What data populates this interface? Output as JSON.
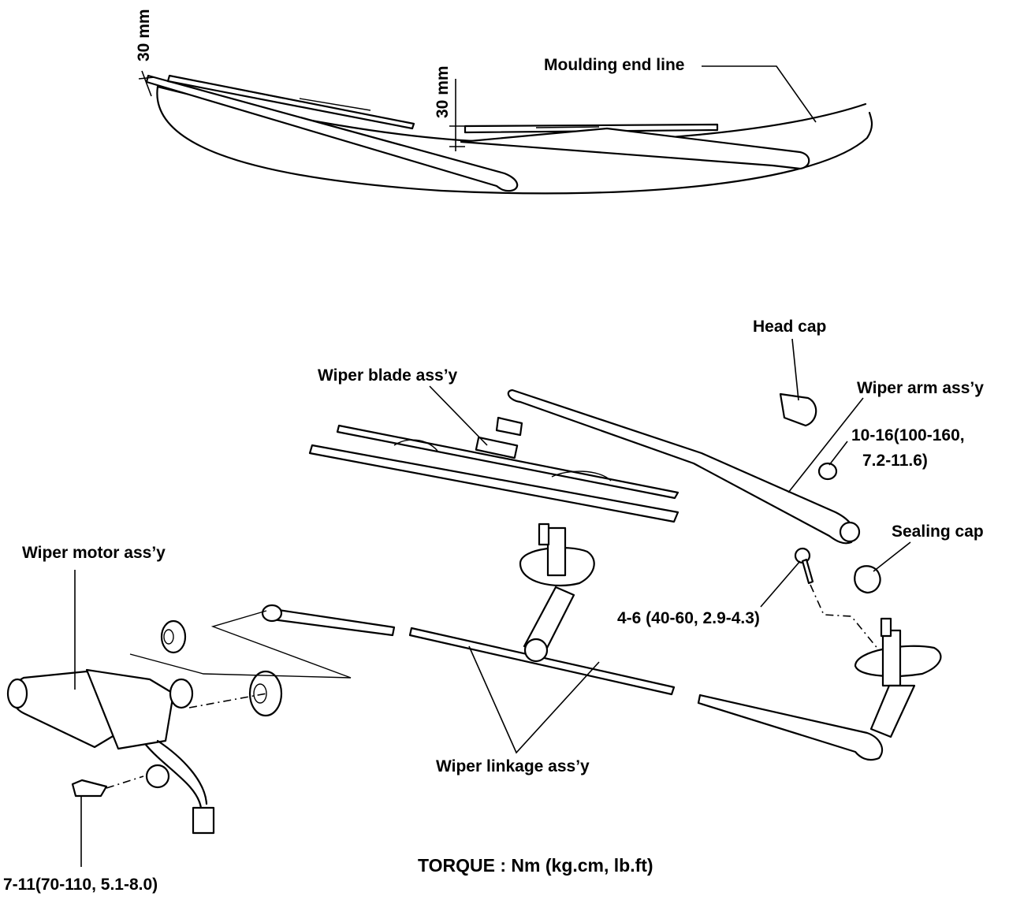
{
  "top_view": {
    "dimension_left": "30 mm",
    "dimension_center": "30 mm",
    "moulding_end_line": "Moulding end line"
  },
  "parts": {
    "head_cap": "Head cap",
    "wiper_arm": "Wiper arm ass’y",
    "wiper_blade": "Wiper blade ass’y",
    "wiper_motor": "Wiper motor ass’y",
    "sealing_cap": "Sealing cap",
    "wiper_linkage": "Wiper linkage ass’y"
  },
  "torques": {
    "arm_nut_line1": "10-16(100-160,",
    "arm_nut_line2": "7.2-11.6)",
    "pivot_bolt": "4-6  (40-60,  2.9-4.3)",
    "motor_bolt": "7-11(70-110,  5.1-8.0)"
  },
  "legend": {
    "torque_units": "TORQUE  :  Nm  (kg.cm,  lb.ft)"
  }
}
